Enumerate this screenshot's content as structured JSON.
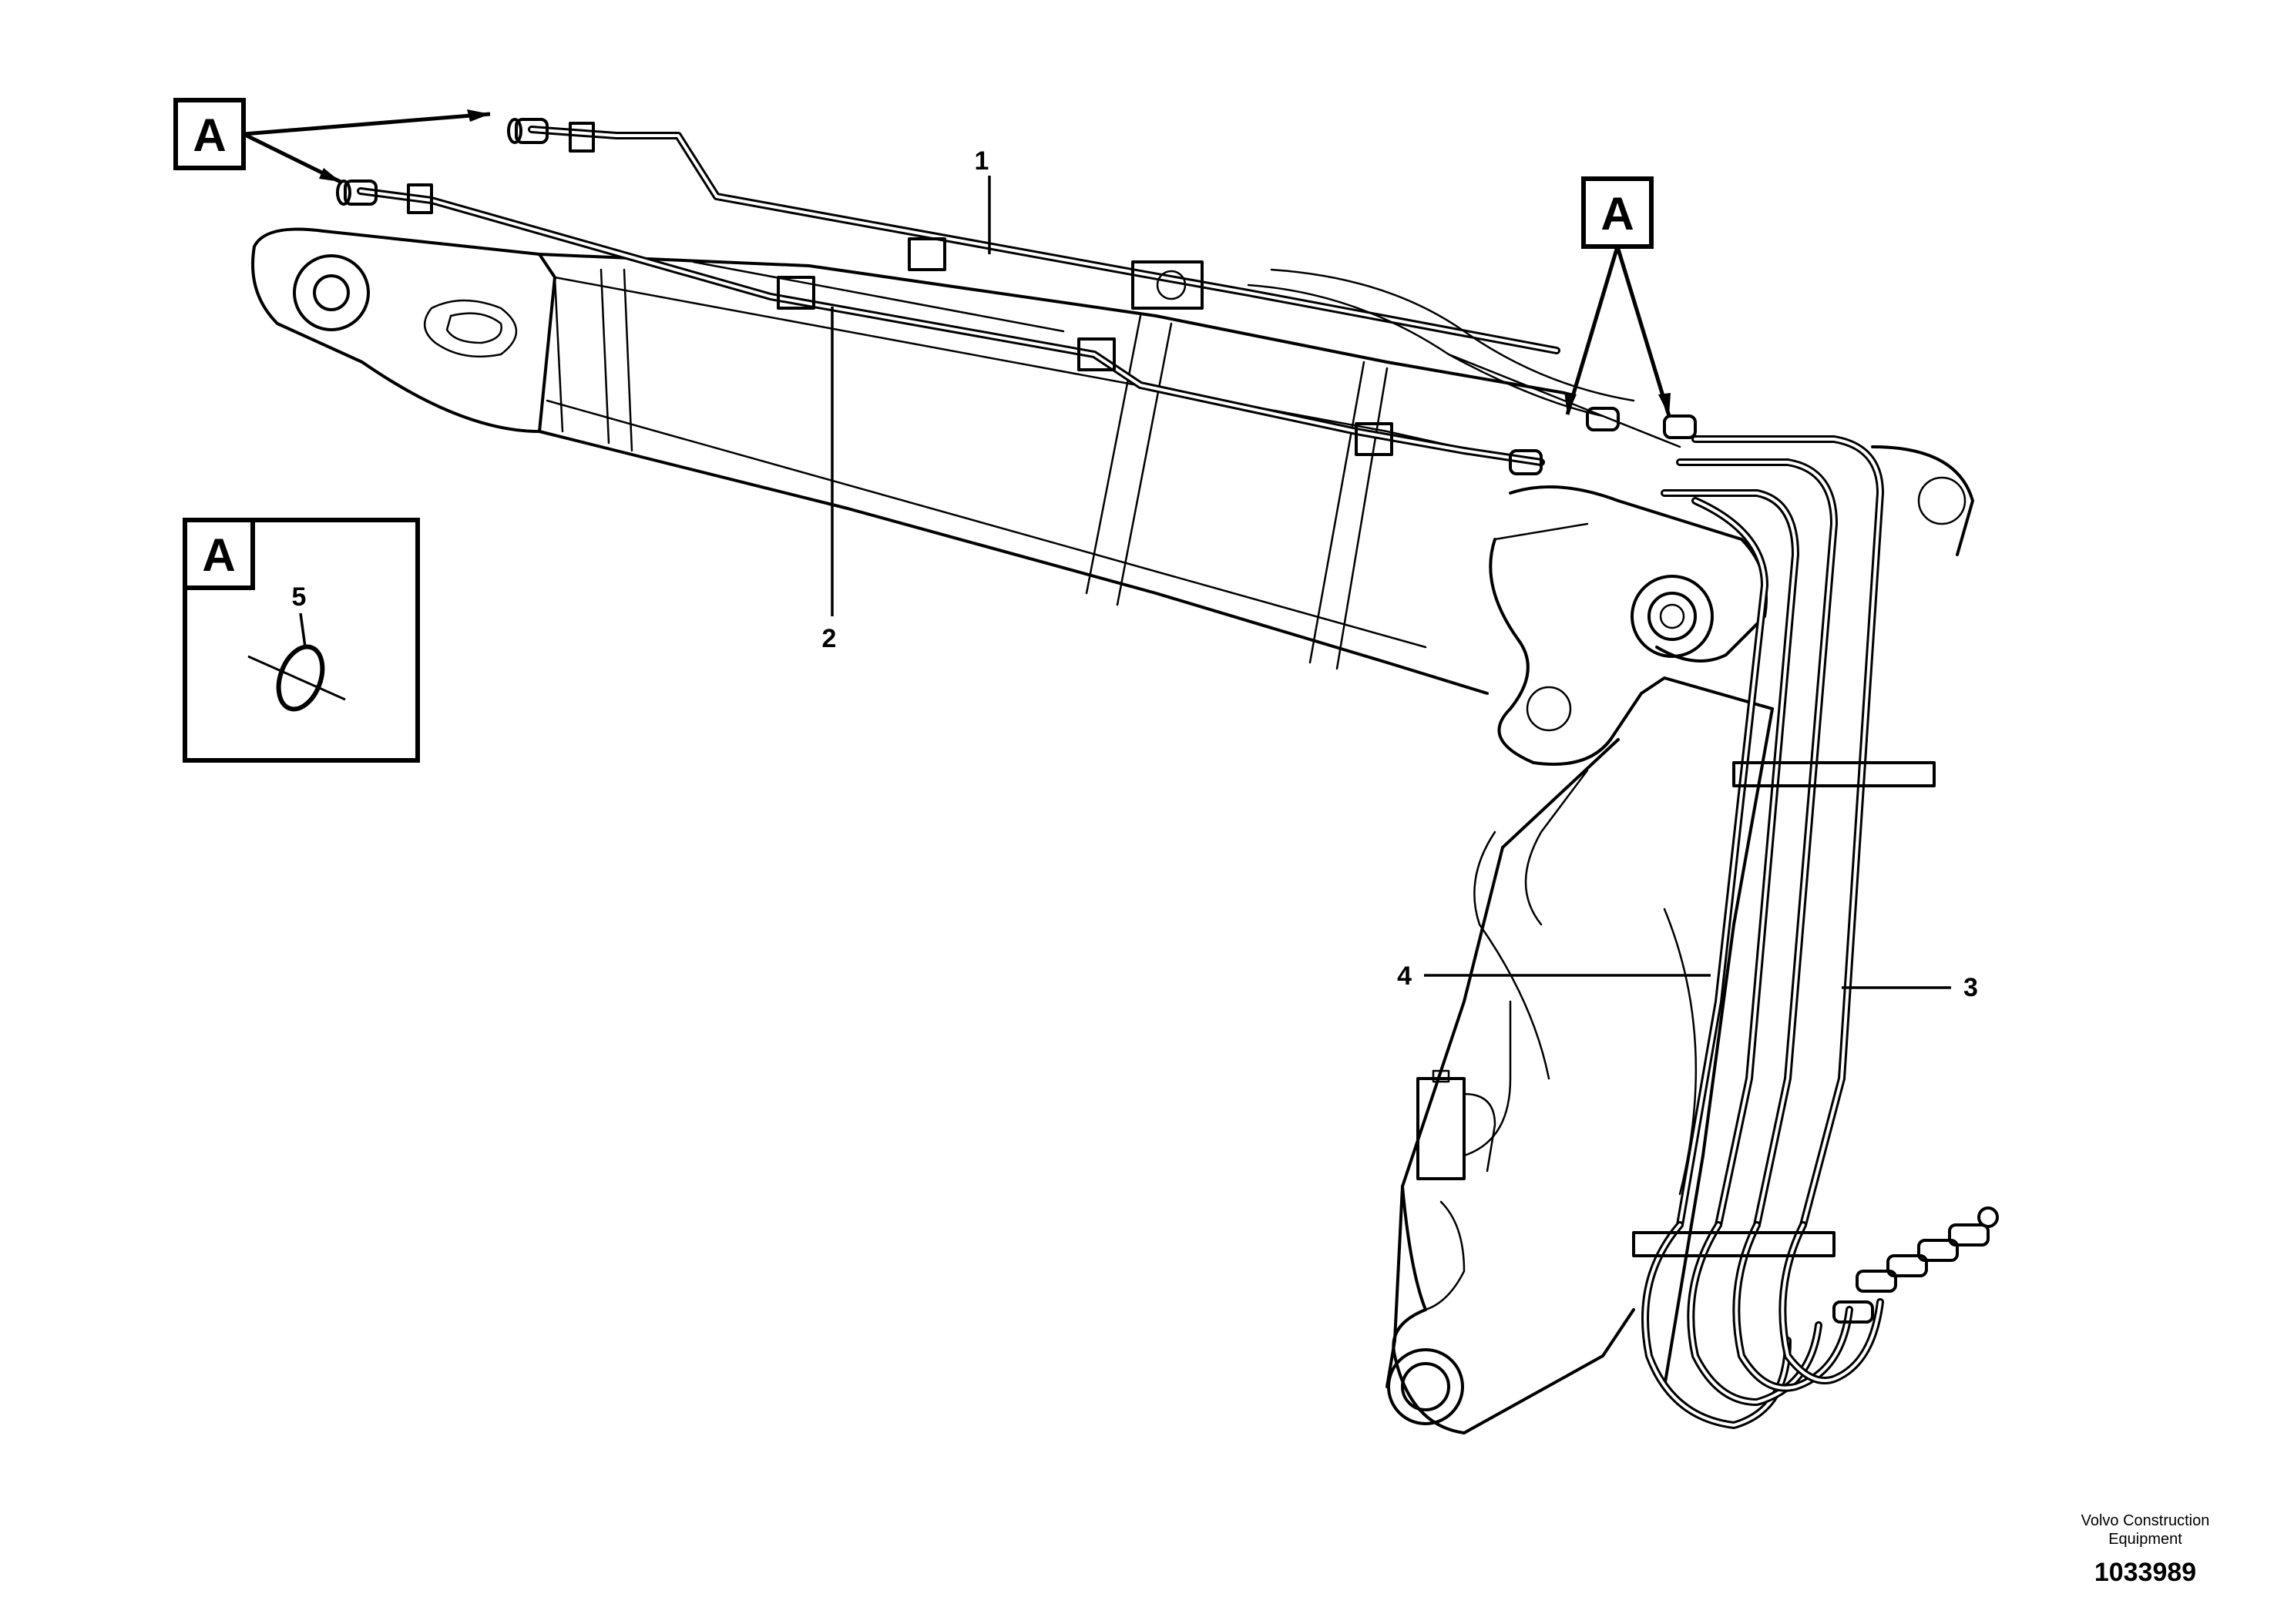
{
  "detail_letter": "A",
  "callouts": {
    "item1": "1",
    "item2": "2",
    "item3": "3",
    "item4": "4",
    "item5": "5"
  },
  "footer": {
    "company_line1": "Volvo Construction",
    "company_line2": "Equipment",
    "reference_number": "1033989"
  }
}
